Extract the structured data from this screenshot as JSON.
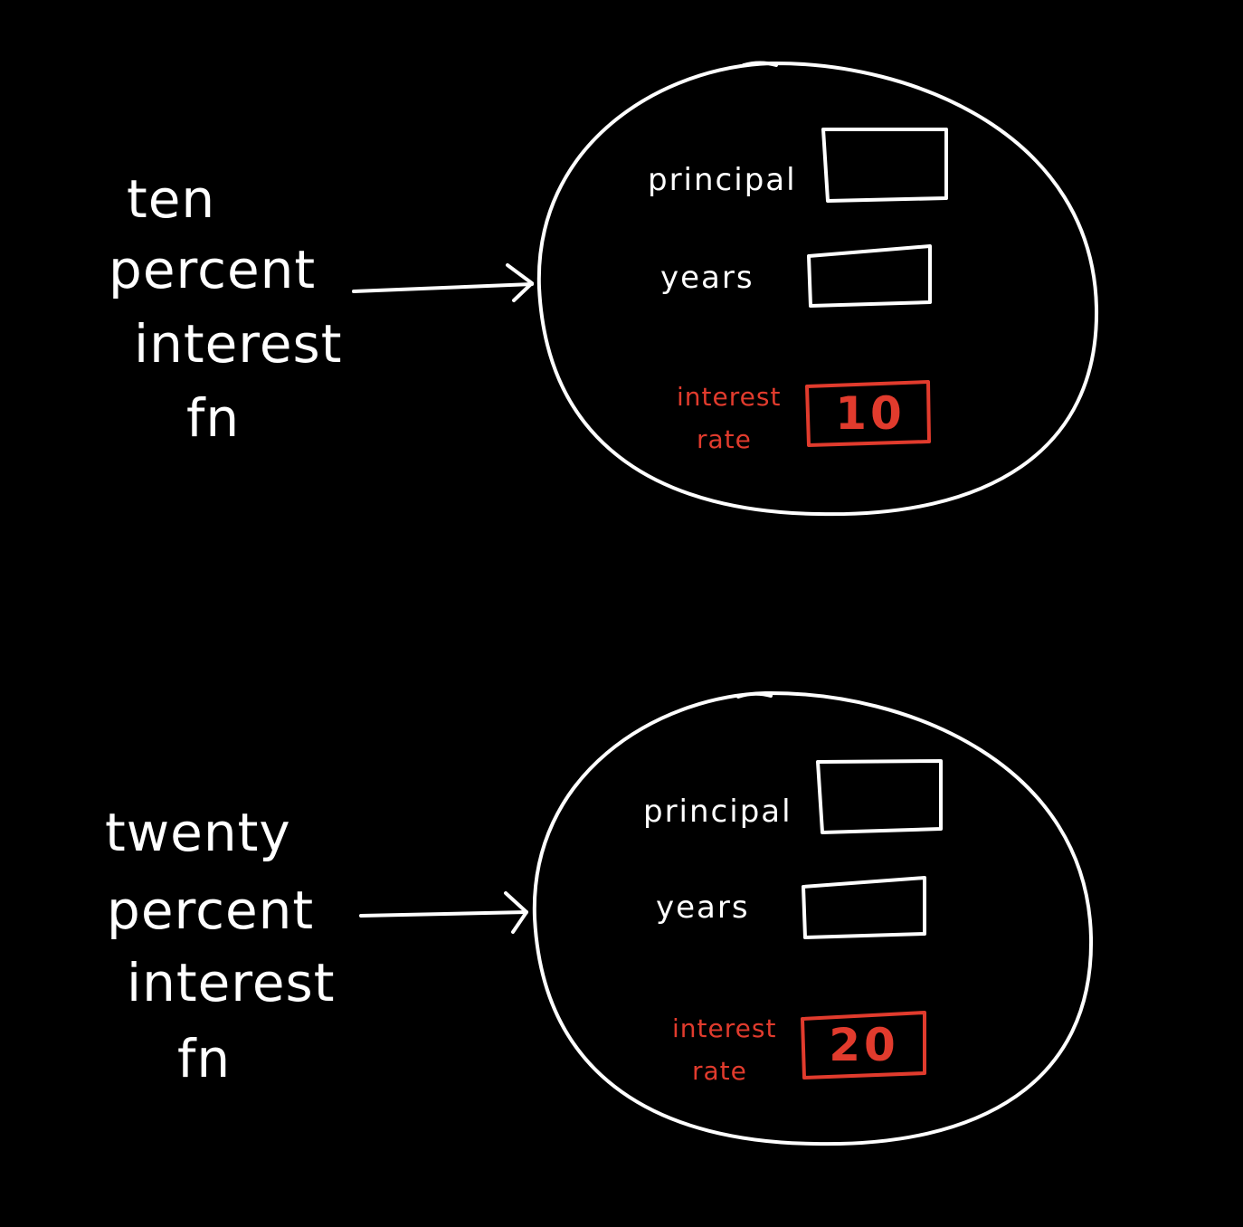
{
  "colors": {
    "background": "#000000",
    "ink": "#ffffff",
    "accent": "#e13b2d"
  },
  "closures": [
    {
      "name_lines": [
        "ten",
        "percent",
        "interest",
        "fn"
      ],
      "fields": {
        "principal": "principal",
        "years": "years",
        "interest_rate_line1": "interest",
        "interest_rate_line2": "rate"
      },
      "values": {
        "principal": "",
        "years": "",
        "interest_rate": "10"
      }
    },
    {
      "name_lines": [
        "twenty",
        "percent",
        "interest",
        "fn"
      ],
      "fields": {
        "principal": "principal",
        "years": "years",
        "interest_rate_line1": "interest",
        "interest_rate_line2": "rate"
      },
      "values": {
        "principal": "",
        "years": "",
        "interest_rate": "20"
      }
    }
  ]
}
